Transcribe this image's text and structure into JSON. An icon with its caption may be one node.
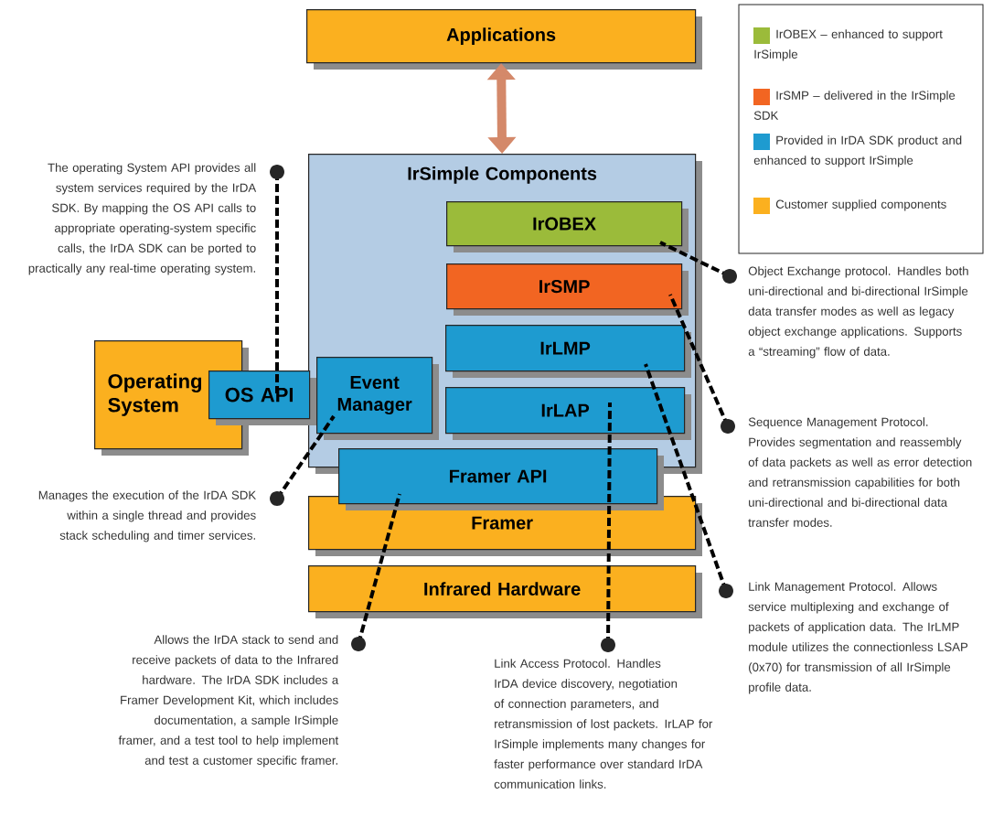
{
  "diagram": {
    "nodes": [
      {
        "text": [
          "Applications"
        ]
      },
      {
        "text": [
          "IrSimple Components"
        ]
      },
      {
        "text": [
          "IrOBEX"
        ],
        "in": 1
      },
      {
        "text": [
          "IrSMP"
        ],
        "in": 1
      },
      {
        "text": [
          "IrLMP"
        ],
        "in": 1
      },
      {
        "text": [
          "IrLAP"
        ],
        "in": 1
      },
      {
        "text": [
          "Operating System"
        ]
      },
      {
        "text": [
          "OS API"
        ]
      },
      {
        "text": [
          "Event Manager"
        ],
        "in": 1
      },
      {
        "text": [
          "Framer API"
        ]
      },
      {
        "text": [
          "Framer"
        ]
      },
      {
        "text": [
          "Infrared Hardware"
        ]
      },
      {
        "text": [
          "The operating System API provides all system services required by the IrDA SDK.  By mapping the OS API calls to appropriate operating-system specific calls, the IrDA SDK can be ported to practically any real-time operating system."
        ]
      },
      {
        "text": [
          "Manages the execution of the IrDA SDK within a single thread and provides stack scheduling and timer services."
        ]
      },
      {
        "text": [
          "Allows the IrDA stack to send and receive packets of data to the Infrared hardware. The IrDA SDK includes a Framer Development Kit, which includes documentation, a sample IrSimple framer, and a test tool to help implement and test a customer specific framer."
        ]
      },
      {
        "text": [
          "Link Access Protocol.  Handles IrDA device discovery, negotiation of connection parameters, and retransmission of lost packets.  IrLAP for IrSimple implements many changes for faster performance over standard IrDA communication links."
        ]
      },
      {
        "text": [
          "Object Exchange protocol.  Handles both uni-directional and bi-directional IrSimple data transfer modes as well as legacy object exchange applications.  Supports a “streaming” flow of data."
        ]
      },
      {
        "text": [
          "Sequence Management Protocol. Provides segmentation and reassembly of data packets as well as error detection and retransmission capabilities for both  uni-directional and bi-directional data transfer modes."
        ]
      },
      {
        "text": [
          "Link Management Protocol.  Allows service multiplexing and exchange of packets of application data.  The IrLMP module utilizes the connectionless LSAP (0x70) for transmission of all IrSimple profile data."
        ]
      }
    ],
    "edges": [
      {
        "from": 0,
        "to": 1,
        "arrow": "both",
        "style": "thick",
        "color": "#d4896a"
      },
      {
        "from": 12,
        "to": 7,
        "arrow": "other",
        "style": "dashed"
      },
      {
        "from": 13,
        "to": 8,
        "arrow": "other",
        "style": "dashed"
      },
      {
        "from": 14,
        "to": 9,
        "arrow": "other",
        "style": "dashed"
      },
      {
        "from": 15,
        "to": 5,
        "arrow": "other",
        "style": "dashed"
      },
      {
        "from": 16,
        "to": 2,
        "arrow": "other",
        "style": "dashed"
      },
      {
        "from": 17,
        "to": 3,
        "arrow": "other",
        "style": "dashed"
      },
      {
        "from": 18,
        "to": 4,
        "arrow": "other",
        "style": "dashed"
      }
    ],
    "legend": [
      {
        "text": "IrOBEX – enhanced to support IrSimple",
        "color": "#9bbb3a"
      },
      {
        "text": "IrSMP – delivered in the IrSimple SDK",
        "color": "#f26522"
      },
      {
        "text": "Provided in IrDA SDK product and enhanced to support IrSimple",
        "color": "#1e9bd0"
      },
      {
        "text": "Customer supplied components",
        "color": "#fbb01f"
      }
    ]
  }
}
